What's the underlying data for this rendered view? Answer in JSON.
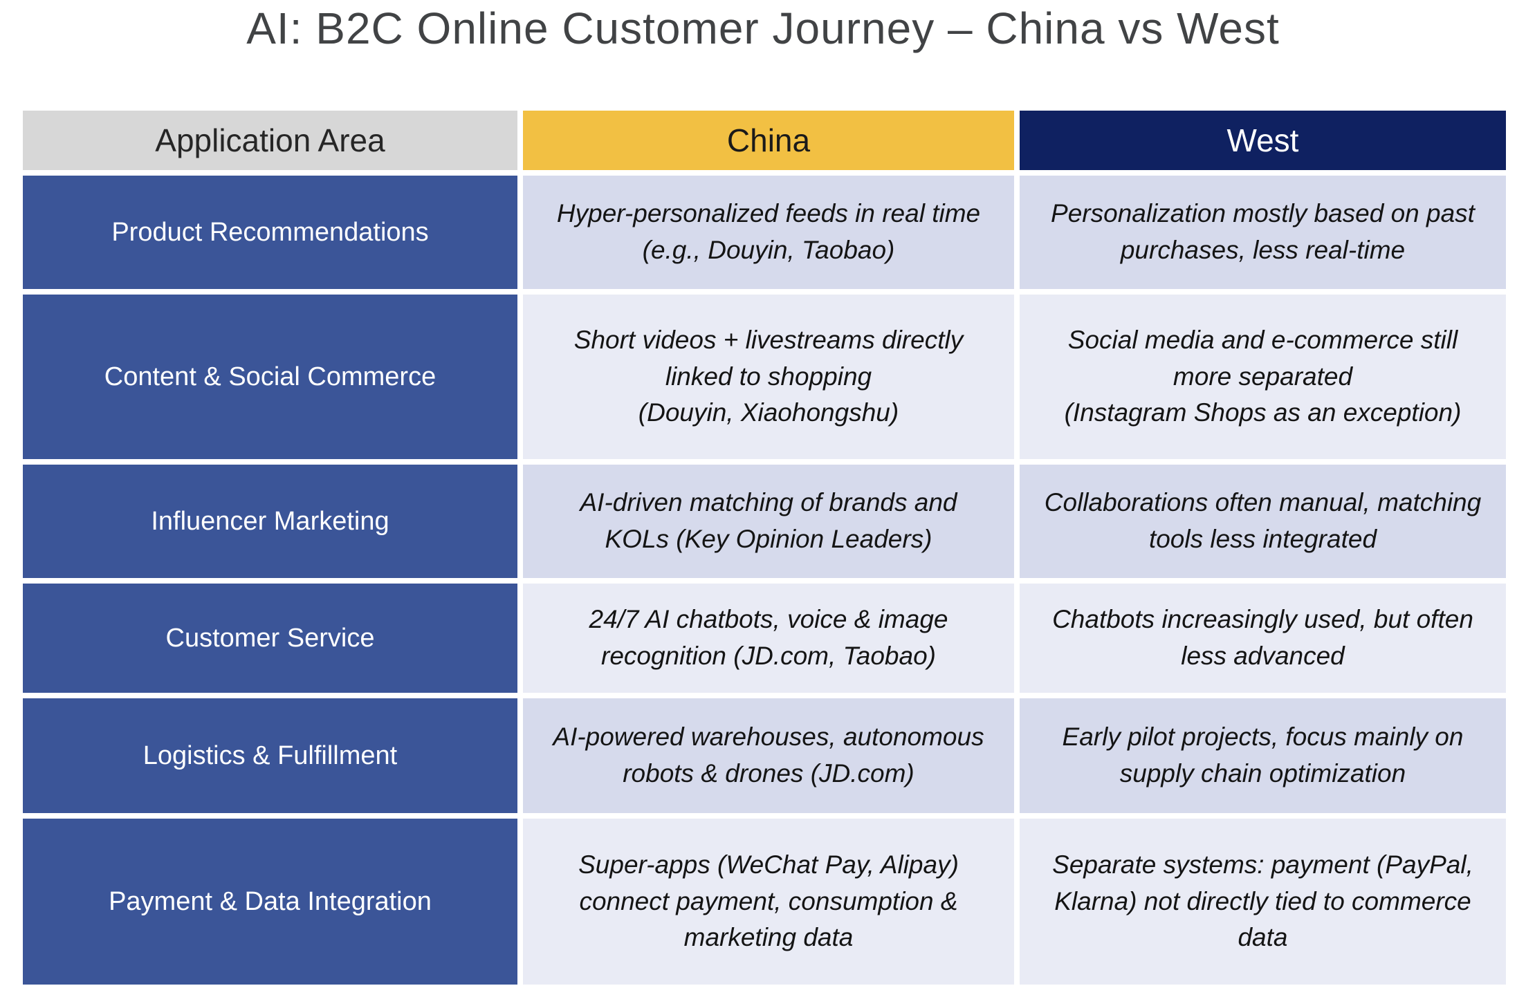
{
  "title": "AI: B2C Online Customer Journey – China vs West",
  "colors": {
    "title_text": "#414345",
    "header_area_bg": "#D7D7D7",
    "header_china_bg": "#F2C043",
    "header_west_bg": "#0F2161",
    "row_label_bg": "#3B5598",
    "row_label_text": "#FFFFFF",
    "body_row_odd_bg": "#D6DAEC",
    "body_row_even_bg": "#E9EBF5",
    "body_text": "#141414"
  },
  "table": {
    "column_headers": {
      "area": "Application Area",
      "china": "China",
      "west": "West"
    },
    "rows": [
      {
        "area": "Product Recommendations",
        "china": "Hyper-personalized feeds in real time\n(e.g., Douyin, Taobao)",
        "west": "Personalization mostly based on past\npurchases, less real-time"
      },
      {
        "area": "Content & Social Commerce",
        "china": "Short videos + livestreams directly\nlinked to shopping\n(Douyin, Xiaohongshu)",
        "west": "Social media and e-commerce still\nmore separated\n(Instagram Shops as an exception)"
      },
      {
        "area": "Influencer Marketing",
        "china": "AI-driven matching of brands and\nKOLs (Key Opinion Leaders)",
        "west": "Collaborations often manual, matching\ntools less integrated"
      },
      {
        "area": "Customer Service",
        "china": "24/7 AI chatbots, voice & image\nrecognition (JD.com, Taobao)",
        "west": "Chatbots increasingly used, but often\nless advanced"
      },
      {
        "area": "Logistics & Fulfillment",
        "china": "AI-powered warehouses, autonomous\nrobots & drones (JD.com)",
        "west": "Early pilot projects, focus mainly on\nsupply chain optimization"
      },
      {
        "area": "Payment & Data Integration",
        "china": "Super-apps (WeChat Pay, Alipay)\nconnect payment, consumption &\nmarketing data",
        "west": "Separate systems: payment (PayPal,\nKlarna) not directly tied to commerce\ndata"
      }
    ]
  }
}
